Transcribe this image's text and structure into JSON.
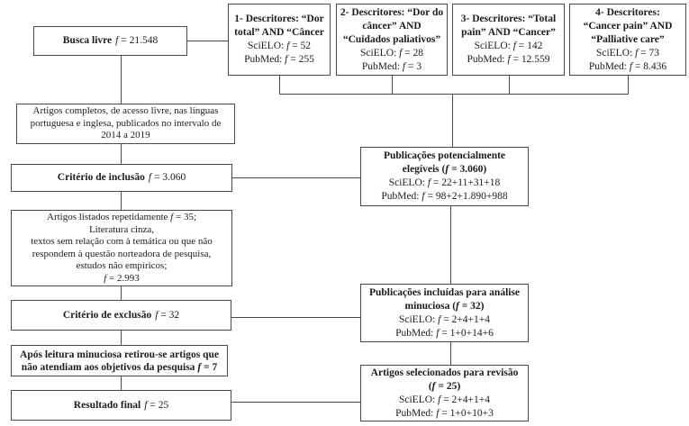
{
  "colors": {
    "line": "#4a4a4a",
    "text": "#1c1c1c",
    "background": "#ffffff"
  },
  "boxes": {
    "busca_livre": {
      "label": "Busca livre",
      "value": "f = 21.548"
    },
    "artigos_completos": {
      "lines": [
        "Artigos completos, de acesso livre, nas línguas",
        "portuguesa e inglesa, publicados no intervalo de",
        "2014 a 2019"
      ]
    },
    "criterio_inclusao": {
      "label": "Critério de inclusão",
      "value": "f = 3.060"
    },
    "artigos_listados": {
      "lines": [
        "Artigos listados repetidamente f = 35;",
        "Literatura cinza,",
        "textos sem relação com à temática ou que não",
        "respondem à questão norteadora de pesquisa,",
        "estudos não empíricos;",
        "f = 2.993"
      ]
    },
    "criterio_exclusao": {
      "label": "Critério de exclusão",
      "value": "f = 32"
    },
    "apos_leitura": {
      "lines": [
        "Após leitura minuciosa retirou-se artigos que",
        "não atendiam aos objetivos da pesquisa f = 7"
      ]
    },
    "resultado_final": {
      "label": "Resultado final",
      "value": "f = 25"
    },
    "descritores_1": {
      "lines": [
        "1- Descritores: “Dor",
        "total” AND “Câncer",
        "SciELO: f = 52",
        "PubMed: f = 255"
      ]
    },
    "descritores_2": {
      "lines": [
        "2- Descritores: “Dor do",
        "câncer” AND",
        "“Cuidados paliativos”",
        "SciELO: f = 28",
        "PubMed: f = 3"
      ]
    },
    "descritores_3": {
      "lines": [
        "3- Descritores: “Total",
        "pain” AND “Cancer”",
        "SciELO: f = 142",
        "PubMed: f = 12.559"
      ]
    },
    "descritores_4": {
      "lines": [
        "4- Descritores:",
        "“Cancer pain” AND",
        "“Palliative care”",
        "SciELO: f = 73",
        "PubMed: f = 8.436"
      ]
    },
    "publicacoes_elegiveis": {
      "lines": [
        "Publicações potencialmente",
        "elegíveis (f = 3.060)",
        "SciELO: f = 22+11+31+18",
        "PubMed: f = 98+2+1.890+988"
      ]
    },
    "publicacoes_incluidas": {
      "lines": [
        "Publicações incluídas para análise",
        "minuciosa (f = 32)",
        "SciELO: f = 2+4+1+4",
        "PubMed: f = 1+0+14+6"
      ]
    },
    "artigos_selecionados": {
      "lines": [
        "Artigos selecionados para revisão",
        "(f = 25)",
        "SciELO: f = 2+4+1+4",
        "PubMed: f = 1+0+10+3"
      ]
    }
  }
}
